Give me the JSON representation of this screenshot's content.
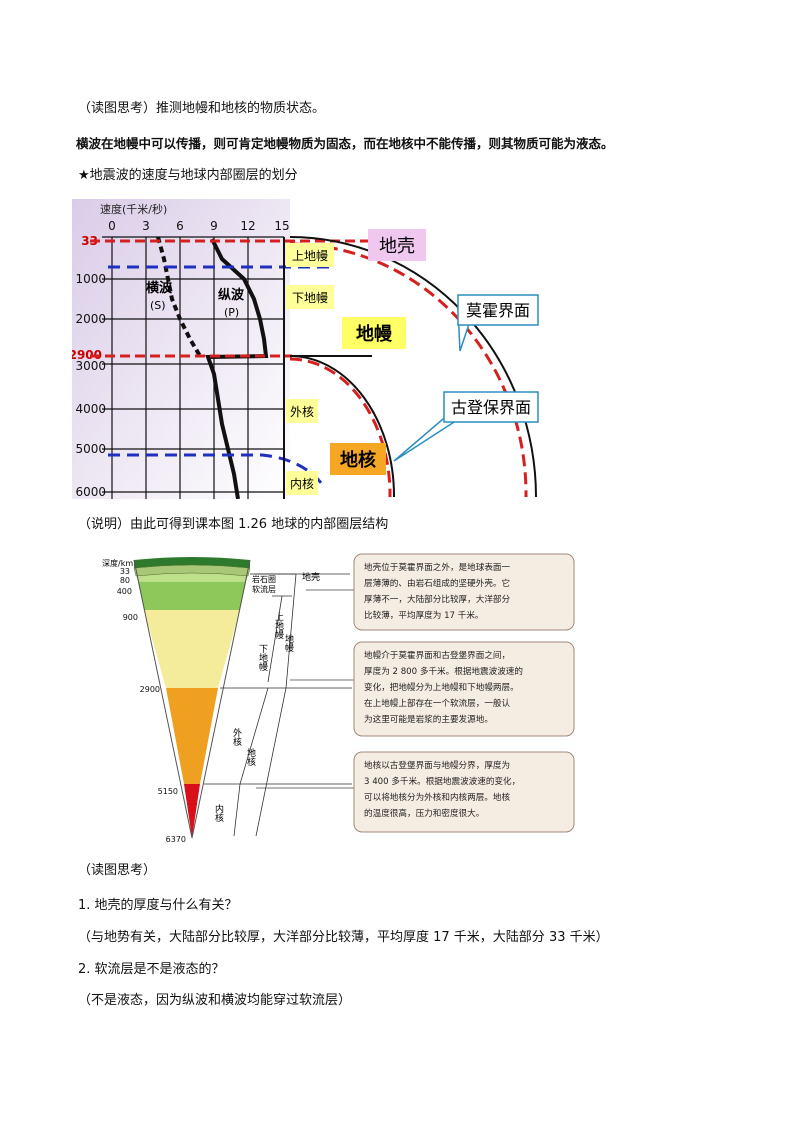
{
  "lines": {
    "q1": "（读图思考）推测地幔和地核的物质状态。",
    "a1": "横波在地幔中可以传播，则可肯定地幔物质为固态，而在地核中不能传播，则其物质可能为液态。",
    "heading": "★地震波的速度与地球内部圈层的划分",
    "note": "（说明）由此可得到课本图 1.26 地球的内部圈层结构",
    "q2": "（读图思考）",
    "q2_1": "1.  地壳的厚度与什么有关？",
    "a2_1": "（与地势有关，大陆部分比较厚，大洋部分比较薄，平均厚度 17 千米，大陆部分 33 千米）",
    "q2_2": "2.  软流层是不是液态的？",
    "a2_2": "（不是液态，因为纵波和横波均能穿过软流层）"
  },
  "fig1": {
    "speed_label": "速度(千米/秒)",
    "speed_ticks": [
      "0",
      "3",
      "6",
      "9",
      "12",
      "15"
    ],
    "depth_ticks": [
      "33",
      "1000",
      "2000",
      "2900",
      "3000",
      "4000",
      "5000",
      "6000"
    ],
    "s_wave": [
      "横波",
      "(S)"
    ],
    "p_wave": [
      "纵波",
      "(P)"
    ],
    "upper_mantle": "上地幔",
    "lower_mantle": "下地幔",
    "outer_core": "外核",
    "inner_core": "内核",
    "crust": "地壳",
    "mantle": "地幔",
    "core": "地核",
    "moho": "莫霍界面",
    "gutenberg": "古登保界面"
  },
  "fig2": {
    "depth_label": "深度/km",
    "depths": [
      "33",
      "80",
      "400",
      "900",
      "2900",
      "5150",
      "6370"
    ],
    "crust": "地壳",
    "lithosphere": "岩石圈",
    "asthenosphere": "软流层",
    "upper_mantle": "上地幔",
    "lower_mantle": "下地幔",
    "mantle": "地幔",
    "outer_core": "外核",
    "core": "地核",
    "inner_core": "内核",
    "box1": [
      "地壳位于莫霍界面之外，是地球表面一",
      "层薄薄的、由岩石组成的坚硬外壳。它",
      "厚薄不一，大陆部分比较厚，大洋部分",
      "比较薄，平均厚度为 17 千米。"
    ],
    "box2": [
      "地幔介于莫霍界面和古登堡界面之间，",
      "厚度为 2 800 多千米。根据地震波波速的",
      "变化，把地幔分为上地幔和下地幔两层。",
      "在上地幔上部存在一个软流层，一般认",
      "为这里可能是岩浆的主要发源地。"
    ],
    "box3": [
      "地核以古登堡界面与地幔分界，厚度为",
      "3 400 多千米。根据地震波波速的变化，",
      "可以将地核分为外核和内核两层。地核",
      "的温度很高，压力和密度很大。"
    ]
  }
}
